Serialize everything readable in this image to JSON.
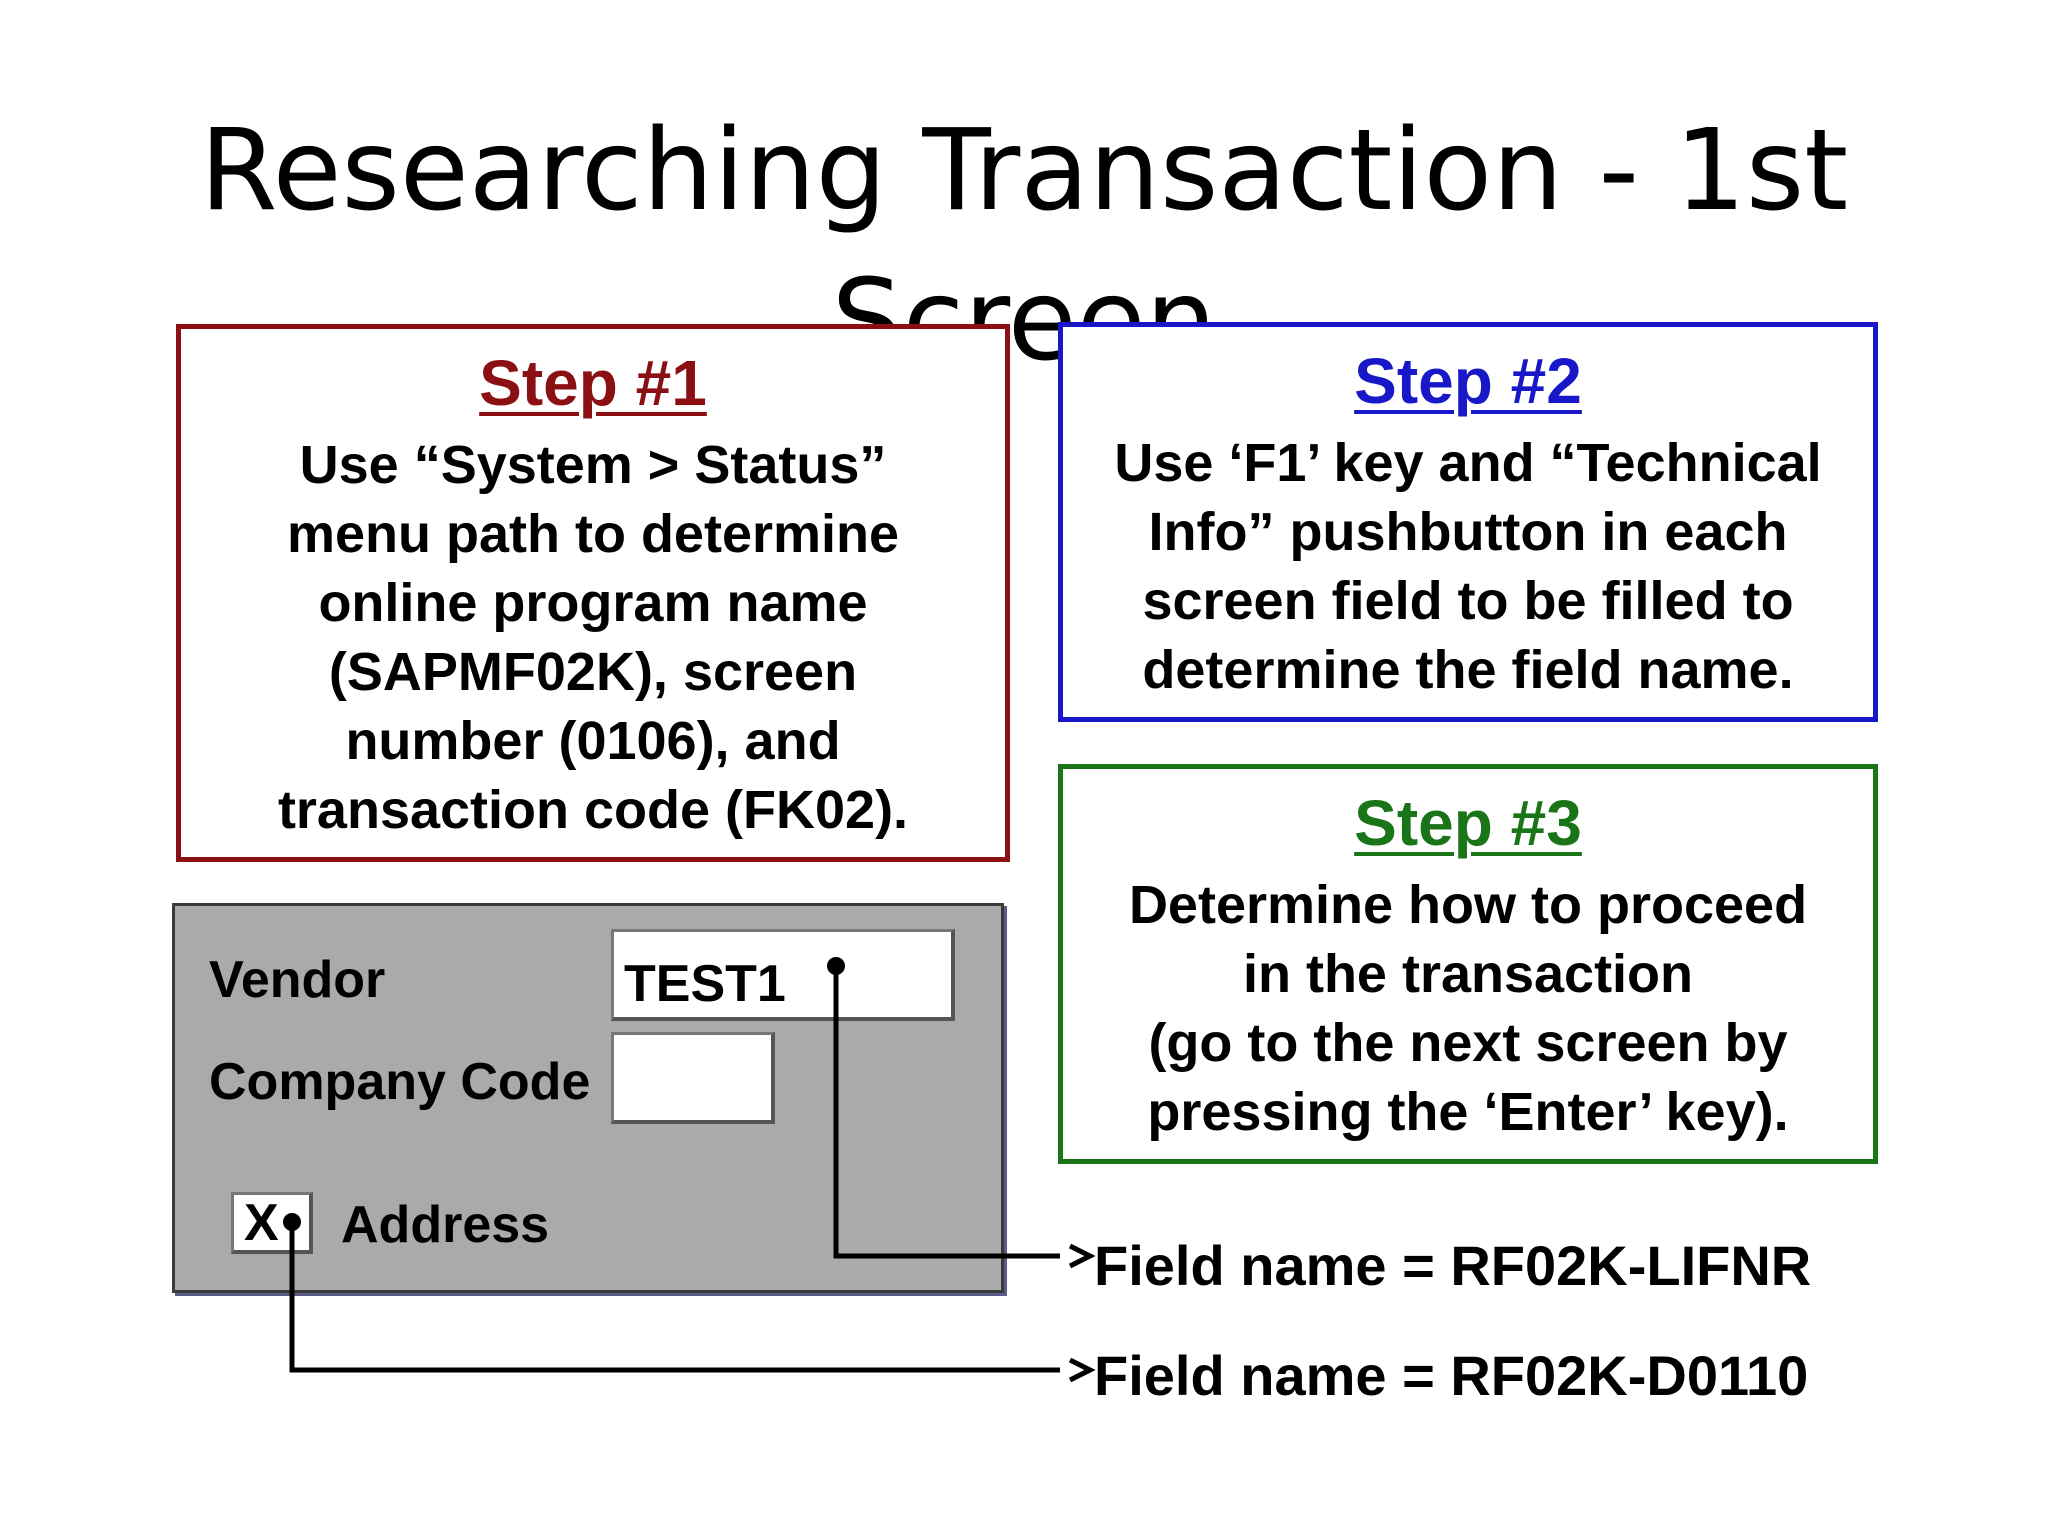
{
  "slide": {
    "title": "Researching Transaction - 1st Screen"
  },
  "steps": [
    {
      "heading": "Step #1",
      "lines": [
        "Use “System > Status”",
        "menu path to determine",
        "online program name",
        "(SAPMF02K), screen",
        "number (0106), and",
        "transaction code (FK02)."
      ],
      "color": "#8b1014"
    },
    {
      "heading": "Step #2",
      "lines": [
        "Use ‘F1’ key and “Technical",
        "Info” pushbutton in each",
        "screen field to be filled to",
        "determine the field name."
      ],
      "color": "#1818c8"
    },
    {
      "heading": "Step #3",
      "lines": [
        "Determine how to proceed",
        "in the transaction",
        "(go to the next screen by",
        "pressing the ‘Enter’ key)."
      ],
      "color": "#1a7418"
    }
  ],
  "sap_screen": {
    "vendor_label": "Vendor",
    "vendor_value": "TEST1",
    "company_code_label": "Company Code",
    "company_code_value": "",
    "address_checkbox_mark": "X",
    "address_label": "Address"
  },
  "field_names": [
    "Field name = RF02K-LIFNR",
    "Field name = RF02K-D0110"
  ]
}
